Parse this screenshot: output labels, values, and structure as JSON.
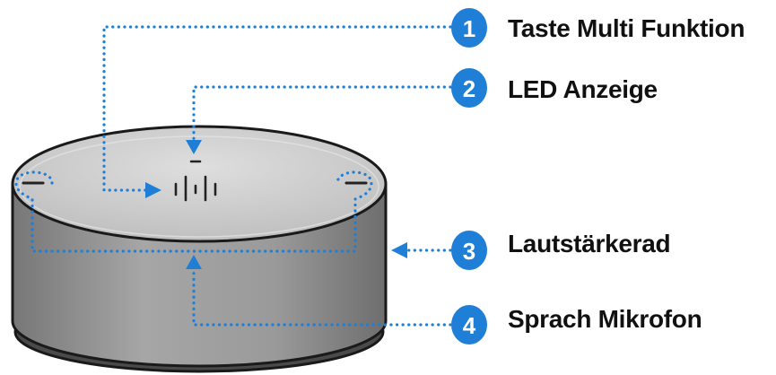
{
  "callouts": [
    {
      "number": "1",
      "label": "Taste Multi Funktion"
    },
    {
      "number": "2",
      "label": "LED Anzeige"
    },
    {
      "number": "3",
      "label": "Lautstärkerad"
    },
    {
      "number": "4",
      "label": "Sprach Mikrofon"
    }
  ],
  "colors": {
    "accent": "#1f7fd6",
    "device_top": "#cfcfcf",
    "device_side": "#8e8e8e",
    "outline": "#1a1a1a",
    "text": "#111111"
  }
}
